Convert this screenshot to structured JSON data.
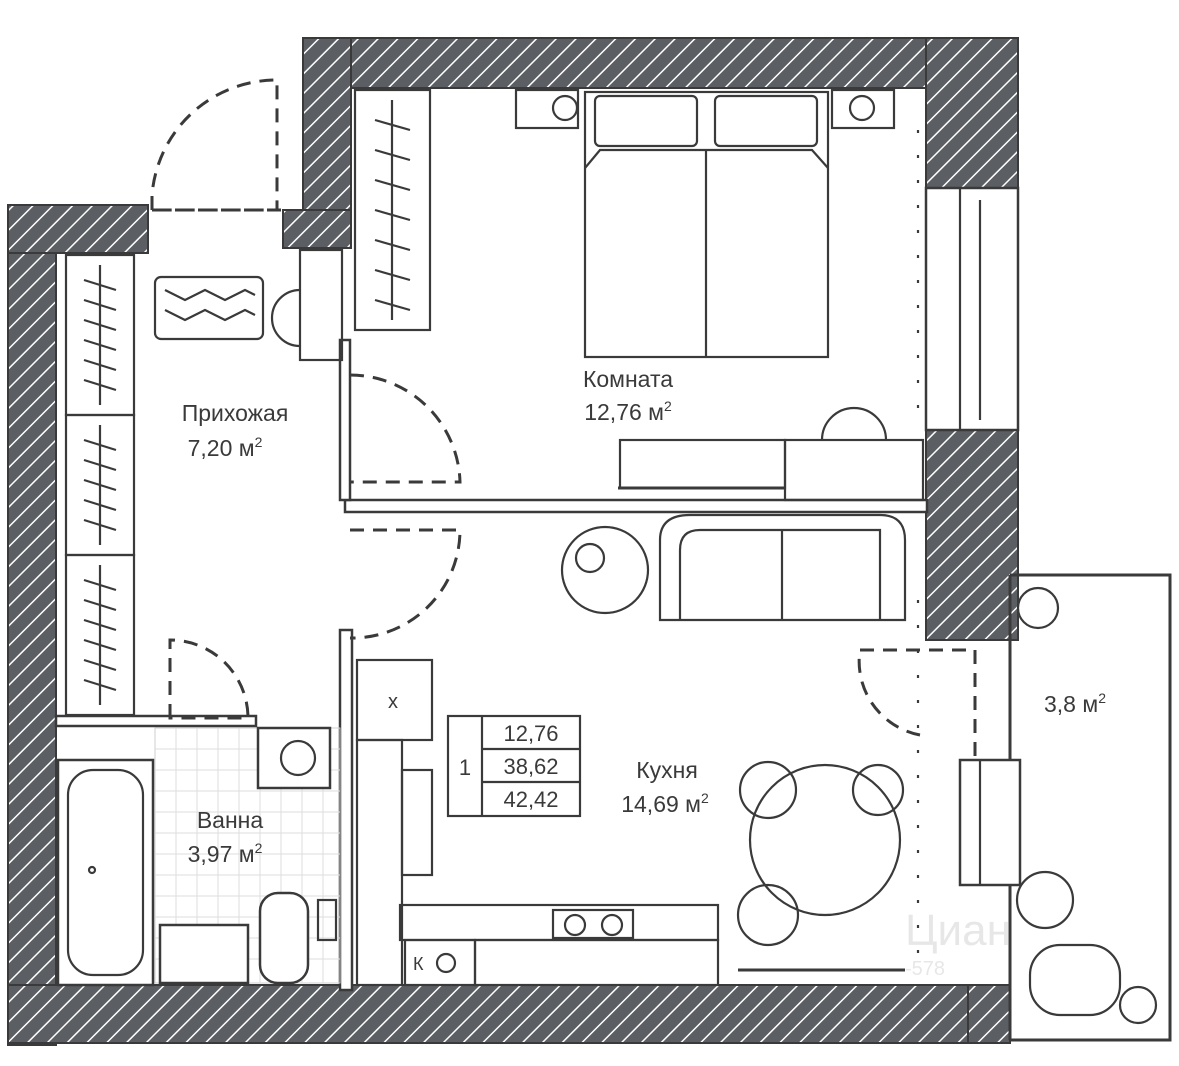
{
  "rooms": {
    "hallway": {
      "name": "Прихожая",
      "area": "7,20 м",
      "sup": "2"
    },
    "room": {
      "name": "Комната",
      "area": "12,76 м",
      "sup": "2"
    },
    "bath": {
      "name": "Ванна",
      "area": "3,97 м",
      "sup": "2"
    },
    "kitchen": {
      "name": "Кухня",
      "area": "14,69 м",
      "sup": "2"
    },
    "balcony": {
      "area": "3,8 м",
      "sup": "2"
    }
  },
  "table": {
    "rooms_count": "1",
    "living_area": "12,76",
    "total_no_balcony": "38,62",
    "total_area": "42,42"
  },
  "markers": {
    "hood": "х",
    "boiler": "К"
  },
  "watermark": {
    "text": "Циан",
    "phone": "-578"
  },
  "colors": {
    "wall": "#5b5e63",
    "line": "#3a3a3a",
    "background": "#ffffff"
  }
}
